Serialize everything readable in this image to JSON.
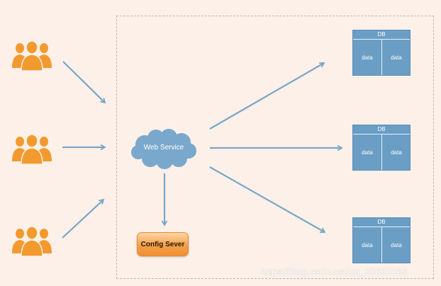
{
  "diagram": {
    "web_service_label": "Web Service",
    "config_server_label": "Config Sever",
    "databases": [
      {
        "header": "DB",
        "cells": [
          "data",
          "data"
        ]
      },
      {
        "header": "DB",
        "cells": [
          "data",
          "data"
        ]
      },
      {
        "header": "DB",
        "cells": [
          "data",
          "data"
        ]
      }
    ],
    "user_group_icon": "user-group-icon",
    "cloud_icon": "cloud-icon"
  },
  "colors": {
    "background": "#fdf0e8",
    "user_icon": "#f39a2e",
    "arrow": "#7aa6c7",
    "cloud": "#7aa8cc",
    "db": "#6a9ec5",
    "config_box": "#f4a04a"
  },
  "watermark": "https://blog.csdn.net/qq_30631063"
}
